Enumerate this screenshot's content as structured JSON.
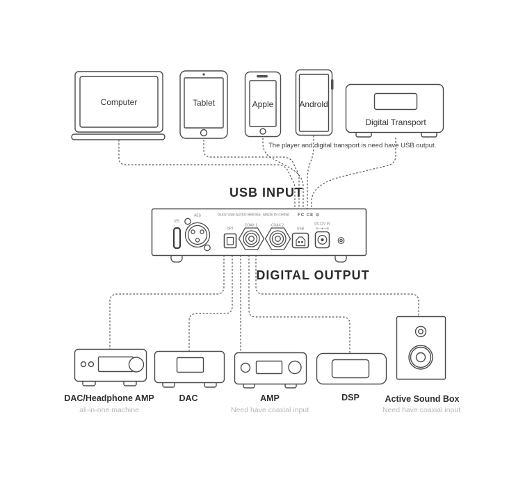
{
  "titles": {
    "usb_input": "USB INPUT",
    "digital_output": "DIGITAL OUTPUT"
  },
  "note": "The player and digital transport is need have USB output.",
  "sources": {
    "computer": "Computer",
    "tablet": "Tablet",
    "apple": "Apple",
    "android": "Androld",
    "transport": "Digital Transport"
  },
  "bridge": {
    "i2s_label": "I2S",
    "aes_label": "AES",
    "model": "GU02 USB AUDIO BRIDGE",
    "origin": "MADE IN CHINA",
    "certs": "FC CE ⊙",
    "opt_label": "OPT",
    "coax1_label": "COAX 1",
    "coax2_label": "COAX 2",
    "usb_label": "USB",
    "dc_label": "DC12V IN",
    "dc_polarity": "⊖—●—⊕"
  },
  "outputs": {
    "dac_amp": {
      "label": "DAC/Headphone AMP",
      "sublabel": "all-in-one machine"
    },
    "dac": {
      "label": "DAC"
    },
    "amp": {
      "label": "AMP",
      "sublabel": "Need have coaxial input"
    },
    "dsp": {
      "label": "DSP"
    },
    "soundbox": {
      "label": "Active Sound Box",
      "sublabel": "Need have coaxial input"
    }
  },
  "colors": {
    "line": "#4a4a4a",
    "dash": "#555555",
    "text": "#333333",
    "muted": "#b8b8b8",
    "background": "#ffffff"
  }
}
